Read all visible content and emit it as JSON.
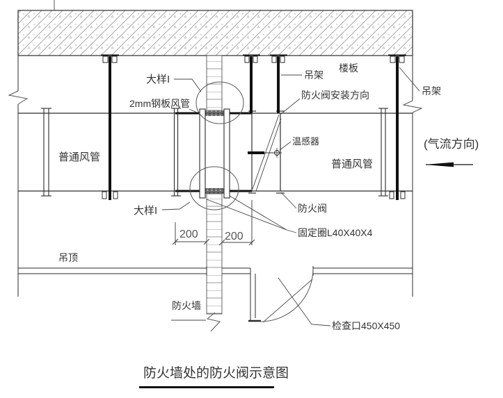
{
  "title": {
    "text": "防火墙处的防火阀示意图"
  },
  "labels": {
    "slab": "楼板",
    "hanger_left": "吊架",
    "hanger_right": "吊架",
    "detail_top": "大样I",
    "detail_bottom": "大样I",
    "steel_duct": "2mm钢板风管",
    "install_direction": "防火阀安装方向",
    "temp_sensor": "温感器",
    "duct_left": "普通风管",
    "duct_right": "普通风管",
    "airflow": "(气流方向)",
    "fire_damper": "防火阀",
    "fixing_ring": "固定圈L40X40X4",
    "dim_left": "200",
    "dim_right": "200",
    "ceiling": "吊顶",
    "firewall": "防火墙",
    "inspection_port": "检查口450X450"
  },
  "colors": {
    "line": "#2b2b2b",
    "text": "#333333",
    "dim_text": "#555555",
    "background": "#ffffff"
  }
}
